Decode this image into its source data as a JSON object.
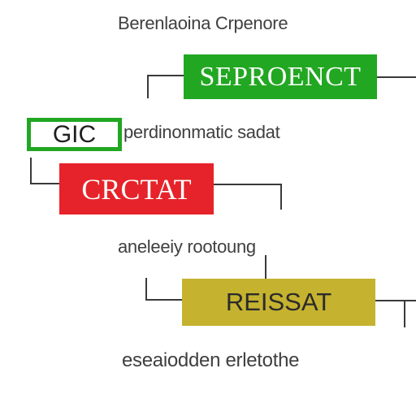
{
  "diagram": {
    "title": "Berenlaoina Crpenore",
    "nodes": {
      "top_right": {
        "label": "SEPROENCT",
        "color": "#22a722"
      },
      "outlined_left": {
        "label": "GIC",
        "color": "#22a722"
      },
      "red": {
        "label": "CRCTAT",
        "color": "#e6232a"
      },
      "olive": {
        "label": "REISSAT",
        "color": "#c5b22f"
      }
    },
    "captions": {
      "middle": "perdinonmatic sadat",
      "lower": "aneleeiy rootoung",
      "bottom": "eseaiodden erletothe"
    }
  }
}
